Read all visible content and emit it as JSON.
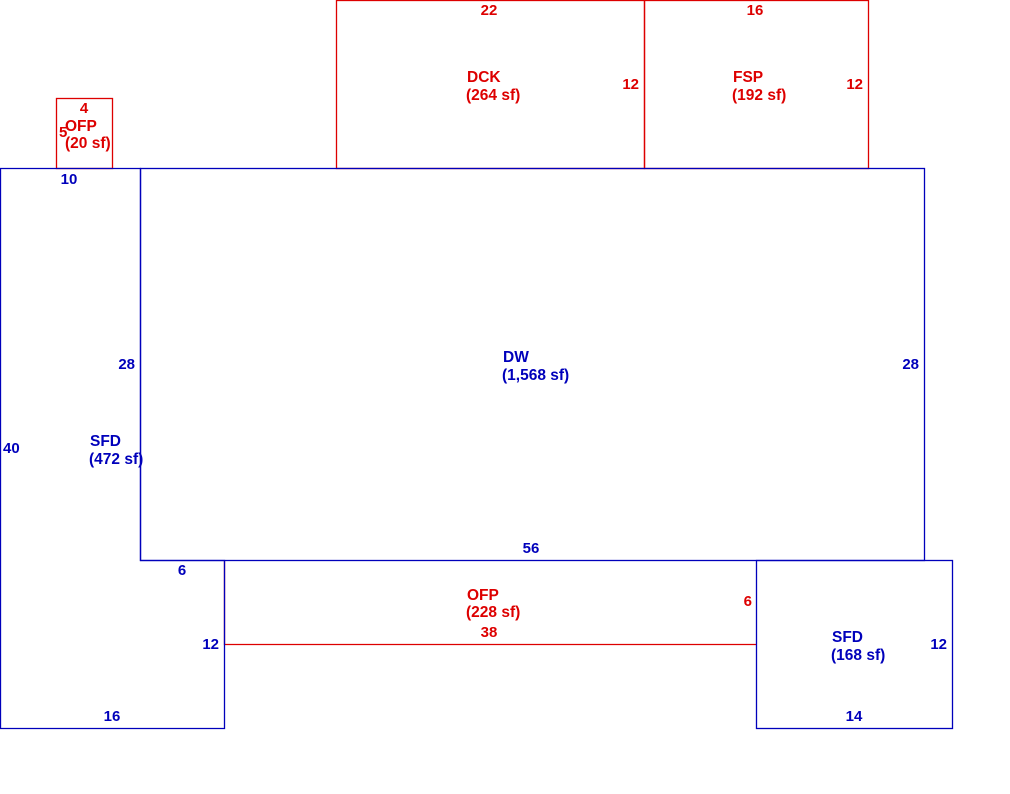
{
  "colors": {
    "living": "#0000bb",
    "addition": "#dd0000",
    "background": "#ffffff"
  },
  "areas": {
    "ofp_small": {
      "code": "OFP",
      "size": "(20 sf)"
    },
    "dck": {
      "code": "DCK",
      "size": "(264 sf)"
    },
    "fsp": {
      "code": "FSP",
      "size": "(192 sf)"
    },
    "dw": {
      "code": "DW",
      "size": "(1,568 sf)"
    },
    "sfd_left": {
      "code": "SFD",
      "size": "(472 sf)"
    },
    "ofp_bottom": {
      "code": "OFP",
      "size": "(228 sf)"
    },
    "sfd_right": {
      "code": "SFD",
      "size": "(168 sf)"
    }
  },
  "dimensions": {
    "ofp_small_top": "4",
    "ofp_small_left": "5",
    "dck_top": "22",
    "dck_right": "12",
    "fsp_top": "16",
    "fsp_right": "12",
    "sfd_left_top": "10",
    "dw_left": "28",
    "dw_right": "28",
    "dw_bottom": "56",
    "sfd_left_left": "40",
    "sfd_left_notch": "6",
    "sfd_left_right": "12",
    "sfd_left_bottom": "16",
    "ofp_bottom_right": "6",
    "ofp_bottom_bottom": "38",
    "sfd_right_right": "12",
    "sfd_right_bottom": "14"
  }
}
